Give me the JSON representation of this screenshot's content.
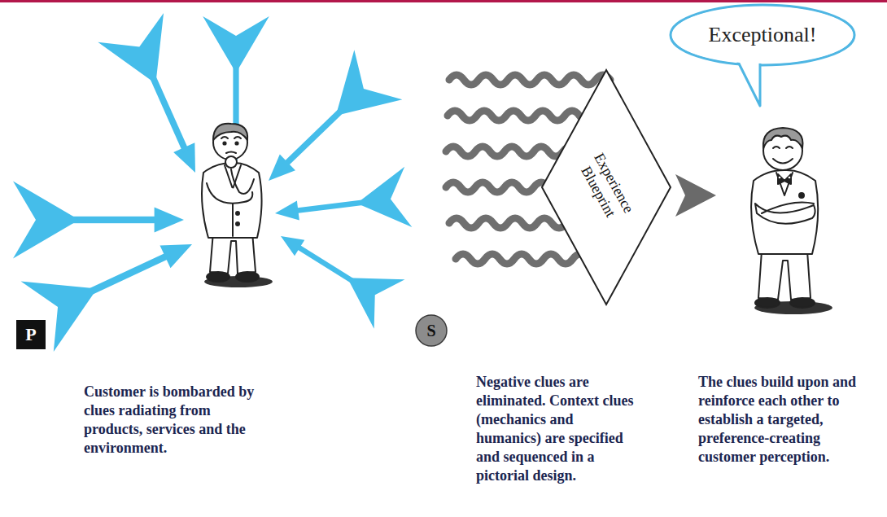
{
  "diagram": {
    "nodes": [
      {
        "text": [
          "P"
        ]
      },
      {
        "text": [
          "S"
        ]
      },
      {
        "text": [
          "Experience Blueprint"
        ]
      },
      {
        "text": [
          "Exceptional!"
        ]
      }
    ],
    "labels": [
      "Customer is bombarded by clues radiating from products, services and the environment.",
      "Negative clues are eliminated. Context clues (mechanics and humanics) are specified and sequenced in a pictorial design.",
      "The clues build upon and reinforce each other to establish a targeted, preference-creating customer perception."
    ]
  }
}
